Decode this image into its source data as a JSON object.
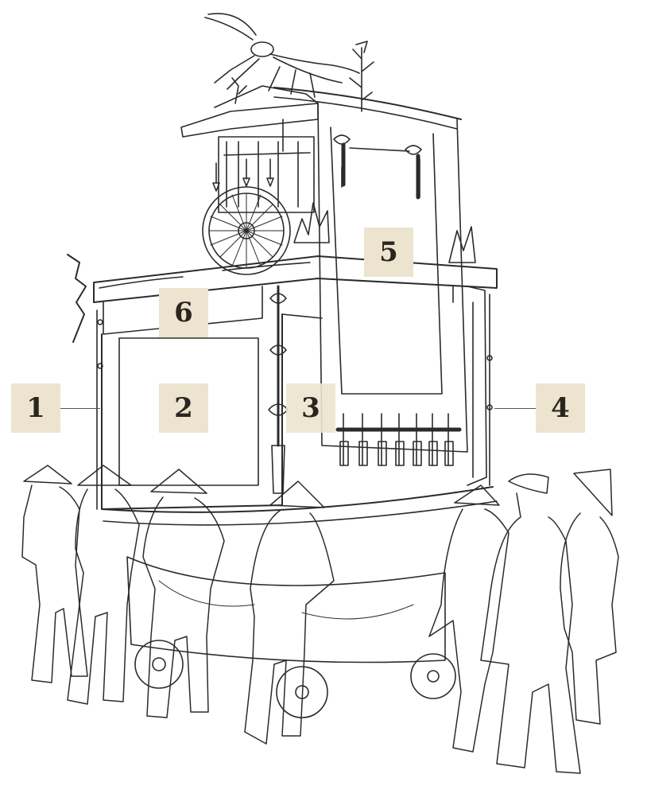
{
  "callouts": [
    {
      "label": "1"
    },
    {
      "label": "2"
    },
    {
      "label": "3"
    },
    {
      "label": "4"
    },
    {
      "label": "5"
    },
    {
      "label": "6"
    }
  ],
  "colors": {
    "callout_bg": "#ece4cf",
    "callout_text": "#2a261f",
    "line_art": "#2b2b2b"
  }
}
